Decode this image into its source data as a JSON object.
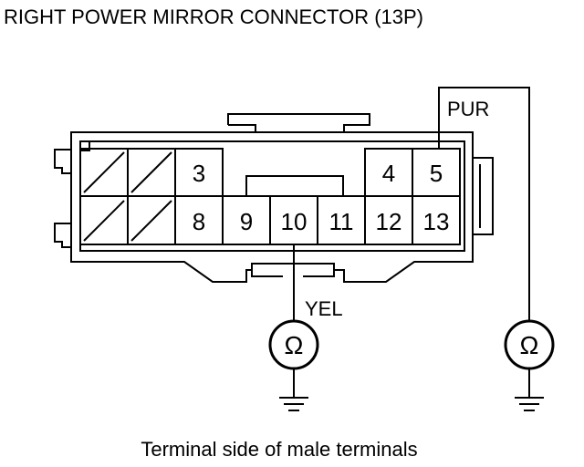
{
  "title": "RIGHT POWER MIRROR CONNECTOR (13P)",
  "caption": "Terminal side of male terminals",
  "pins": {
    "p3": "3",
    "p4": "4",
    "p5": "5",
    "p8": "8",
    "p9": "9",
    "p10": "10",
    "p11": "11",
    "p12": "12",
    "p13": "13"
  },
  "wires": {
    "pur": "PUR",
    "yel": "YEL"
  },
  "meters": {
    "symbol": "Ω"
  }
}
